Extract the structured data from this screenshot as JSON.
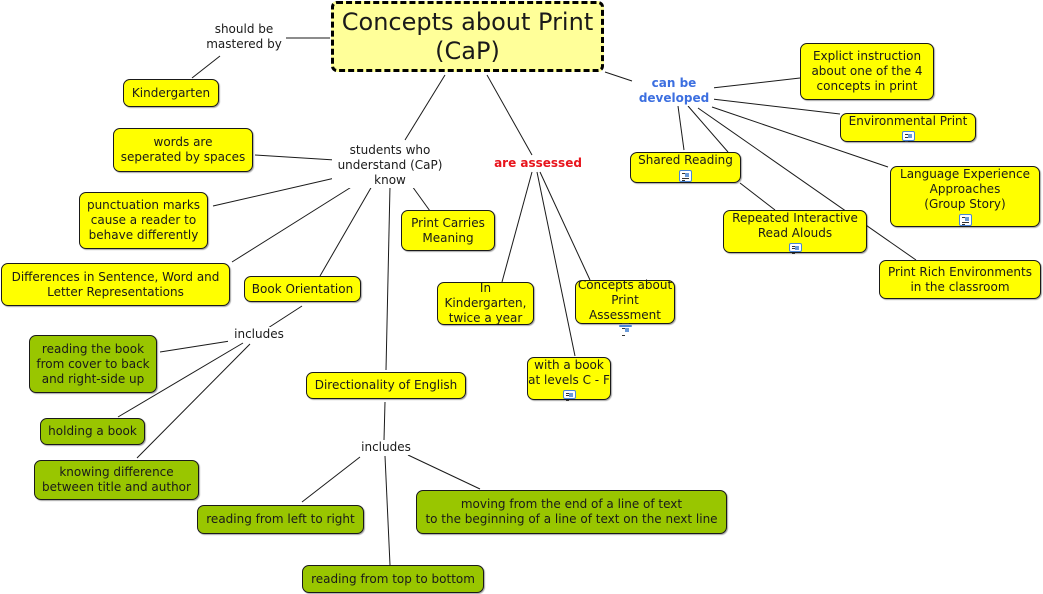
{
  "title": "Concepts about Print (CaP)",
  "colors": {
    "root_fill": "#ffff99",
    "concept_fill": "#ffff00",
    "leaf_fill": "#99c600",
    "link_red": "#e8141c",
    "link_blue": "#3c6fe0"
  },
  "nodes": {
    "root": "Concepts about Print\n(CaP)",
    "kindergarten": "Kindergarten",
    "words_spaces": "words are\nseperated by spaces",
    "punctuation": "punctuation marks\ncause a reader to\nbehave differently",
    "differences": "Differences in Sentence, Word and\nLetter Representations",
    "book_orientation": "Book Orientation",
    "print_meaning": "Print Carries\nMeaning",
    "directionality": "Directionality of English",
    "reading_cover": "reading the book\nfrom cover to back\nand right-side up",
    "holding_book": "holding a book",
    "title_author": "knowing difference\nbetween title and author",
    "left_right": "reading from left to right",
    "top_bottom": "reading from top to bottom",
    "moving_line": "moving from the end of a line of text\nto the beginning of a line of text on the next line",
    "in_kindergarten": "In Kindergarten,\ntwice a year",
    "cap_assessment": "Concepts about\nPrint Assessment",
    "book_levels": "with a book\nat levels C - F",
    "explicit": "Explict instruction\nabout one of the 4\nconcepts in print",
    "environmental": "Environmental Print",
    "shared_reading": "Shared Reading",
    "language_exp": "Language Experience\nApproaches\n(Group Story)",
    "repeated": "Repeated Interactive\nRead Alouds",
    "print_rich": "Print Rich Environments\nin the classroom"
  },
  "links": {
    "mastered_by": "should be\nmastered by",
    "students_know": "students who\nunderstand (CaP)\nknow",
    "assessed": "are assessed",
    "developed": "can be\ndeveloped",
    "includes_book": "includes",
    "includes_dir": "includes"
  },
  "resource_icon": "attached-resource-icon"
}
